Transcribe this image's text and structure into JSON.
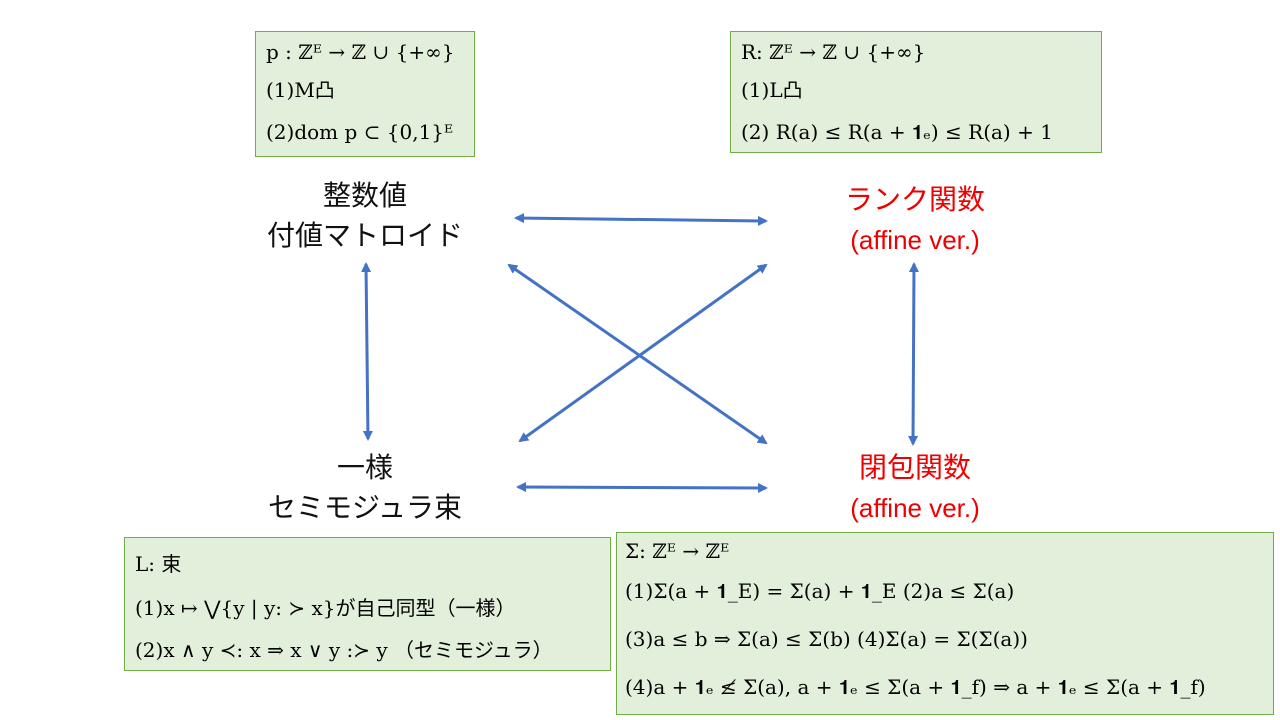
{
  "box_top_left": {
    "lines": [
      "p : ℤᴱ → ℤ ∪ {+∞}",
      "(1)M凸",
      "(2)dom p ⊂ {0,1}ᴱ"
    ]
  },
  "box_top_right": {
    "lines": [
      "R: ℤᴱ → ℤ ∪ {+∞}",
      "(1)L凸",
      "(2) R(a) ≤ R(a + 𝟏ₑ) ≤ R(a) + 1"
    ]
  },
  "box_bottom_left": {
    "lines": [
      "L: 束",
      "(1)x ↦ ⋁{y | y: ≻ x}が自己同型（一様）",
      "(2)x ∧ y ≺: x ⇒ x ∨ y :≻ y （セミモジュラ）"
    ]
  },
  "box_bottom_right": {
    "lines": [
      "Σ: ℤᴱ → ℤᴱ",
      "(1)Σ(a + 𝟏_E) = Σ(a) + 𝟏_E   (2)a ≤ Σ(a)",
      "(3)a ≤ b ⇒ Σ(a) ≤ Σ(b)   (4)Σ(a) = Σ(Σ(a))",
      "(4)a + 𝟏ₑ ≰ Σ(a), a + 𝟏ₑ ≤ Σ(a + 𝟏_f) ⇒ a + 𝟏ₑ ≤ Σ(a + 𝟏_f)"
    ]
  },
  "nodes": {
    "matroid": [
      "整数値",
      "付値マトロイド"
    ],
    "rank": [
      "ランク関数",
      "(affine ver.)"
    ],
    "lattice": [
      "一様",
      "セミモジュラ束"
    ],
    "closure": [
      "閉包関数",
      "(affine ver.)"
    ]
  },
  "colors": {
    "box_fill": "#e2efda",
    "box_border": "#70ad47",
    "arrow": "#4472c4",
    "red_text": "#ee0000"
  }
}
